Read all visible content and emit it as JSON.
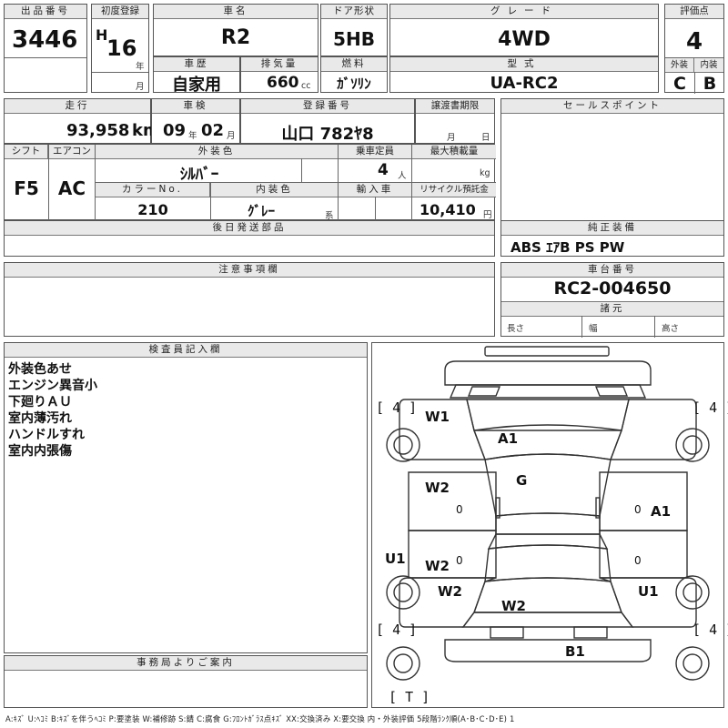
{
  "lot": {
    "label": "出品番号",
    "value": "3446"
  },
  "first_reg": {
    "label": "初度登録",
    "era": "H",
    "year": "16",
    "year_unit": "年",
    "month_unit": "月"
  },
  "car_name": {
    "label": "車名",
    "value": "R2"
  },
  "door": {
    "label": "ドア形状",
    "value": "5HB"
  },
  "grade": {
    "label": "グレード",
    "value": "4WD"
  },
  "score": {
    "label": "評価点",
    "value": "4"
  },
  "history": {
    "label": "車歴",
    "value": "自家用"
  },
  "displacement": {
    "label": "排気量",
    "value": "660",
    "unit": "cc"
  },
  "fuel": {
    "label": "燃料",
    "value": "ｶﾞｿﾘﾝ"
  },
  "model": {
    "label": "型式",
    "value": "UA-RC2"
  },
  "ext_grade": {
    "label": "外装",
    "value": "C"
  },
  "int_grade": {
    "label": "内装",
    "value": "B"
  },
  "mileage": {
    "label": "走行",
    "value": "93,958",
    "unit": "km"
  },
  "inspection": {
    "label": "車検",
    "year": "09",
    "year_unit": "年",
    "month": "02",
    "month_unit": "月"
  },
  "plate": {
    "label": "登録番号",
    "value": "山口 782ﾔ8"
  },
  "transfer": {
    "label": "譲渡書期限",
    "month_unit": "月",
    "day_unit": "日"
  },
  "shift": {
    "label": "シフト",
    "value": "F5"
  },
  "aircon": {
    "label": "エアコン",
    "value": "AC"
  },
  "ext_color": {
    "label": "外装色",
    "value": "ｼﾙﾊﾞｰ"
  },
  "capacity": {
    "label": "乗車定員",
    "value": "4",
    "unit": "人"
  },
  "max_load": {
    "label": "最大積載量",
    "unit": "kg"
  },
  "color_no": {
    "label": "カラーNo.",
    "value": "210"
  },
  "int_color": {
    "label": "内装色",
    "value": "ｸﾞﾚｰ",
    "suffix": "系"
  },
  "import": {
    "label": "輸入車"
  },
  "recycle": {
    "label": "リサイクル預託金",
    "value": "10,410",
    "unit": "円"
  },
  "later_parts": {
    "label": "後日発送部品"
  },
  "sales_points": {
    "label": "セールスポイント"
  },
  "equipment": {
    "label": "純正装備",
    "value": "ABS ｴｱB PS PW"
  },
  "notes": {
    "label": "注意事項欄"
  },
  "chassis": {
    "label": "車台番号",
    "value": "RC2-004650"
  },
  "specs": {
    "label": "諸元",
    "length": "長さ",
    "width": "幅",
    "height": "高さ"
  },
  "inspector": {
    "label": "検査員記入欄",
    "remarks": [
      "外装色あせ",
      "エンジン異音小",
      "下廻りＡＵ",
      "室内薄汚れ",
      "ハンドルすれ",
      "室内内張傷"
    ]
  },
  "office": {
    "label": "事務局よりご案内"
  },
  "diagram": {
    "tire_fl": "4",
    "tire_fr": "4",
    "tire_rl": "4",
    "tire_rr": "4",
    "spare": "T",
    "marks": [
      "W1",
      "A1",
      "G",
      "W2",
      "A1",
      "U1",
      "W2",
      "W2",
      "U1",
      "W2",
      "B1"
    ],
    "zeros": [
      "0",
      "0",
      "0",
      "0"
    ]
  },
  "legend": "A:ｷｽﾞ  U:ﾍｺﾐ  B:ｷｽﾞを伴うﾍｺﾐ  P:要塗装  W:補修跡  S:錆  C:腐食  G:ﾌﾛﾝﾄｶﾞﾗｽ点ｷｽﾞ  XX:交換済み  X:要交換   内・外装評価  5段階ﾗﾝｸ順(A･B･C･D･E) 1"
}
